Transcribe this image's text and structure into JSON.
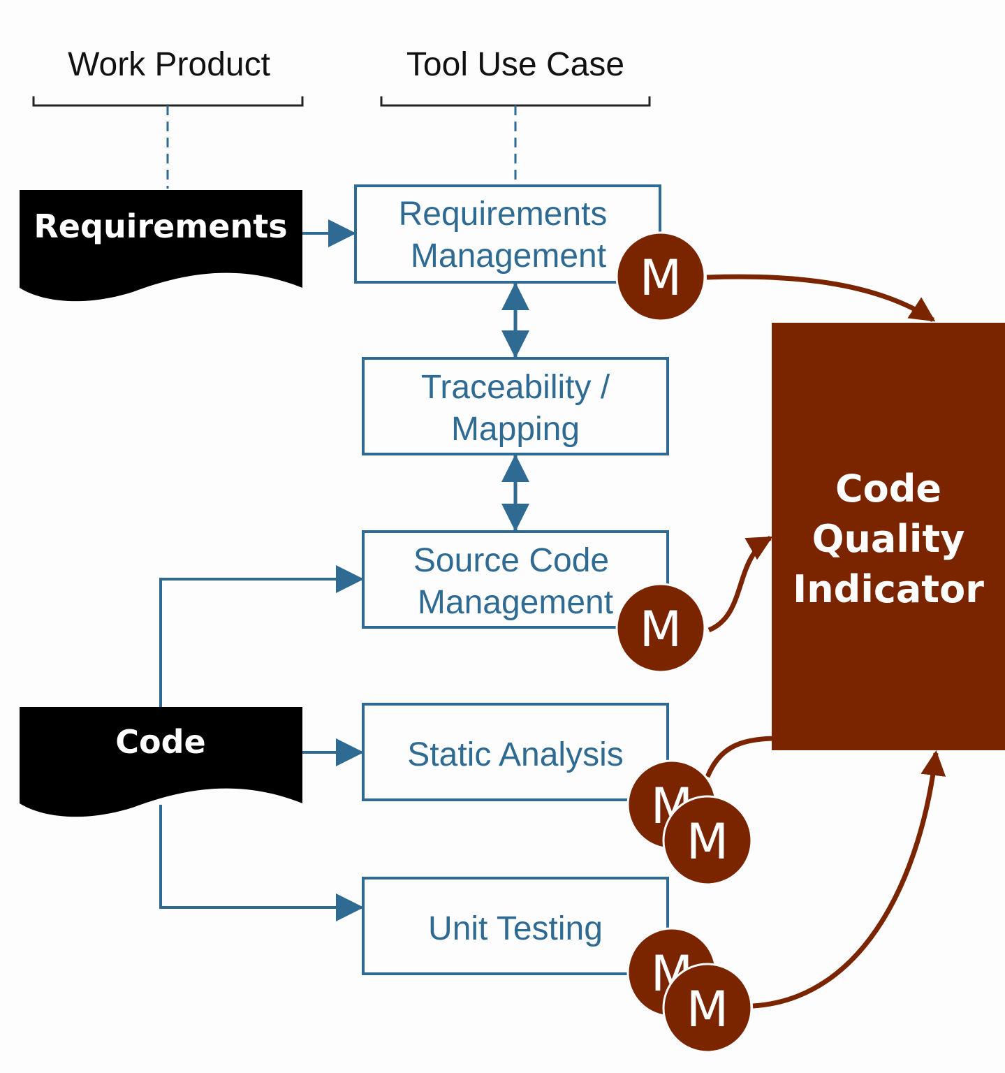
{
  "headers": {
    "work_product": "Work Product",
    "tool_use_case": "Tool Use Case"
  },
  "work_products": {
    "requirements": "Requirements",
    "code": "Code"
  },
  "tools": {
    "req_mgmt": [
      "Requirements",
      "Management"
    ],
    "traceability": [
      "Traceability /",
      "Mapping"
    ],
    "scm": [
      "Source Code",
      "Management"
    ],
    "static_analysis": "Static Analysis",
    "unit_testing": "Unit Testing"
  },
  "metric_badge": "M",
  "indicator": [
    "Code",
    "Quality",
    "Indicator"
  ],
  "colors": {
    "tool_blue": "#2e6a92",
    "metric_brown": "#7a2500",
    "doc_black": "#000000"
  }
}
